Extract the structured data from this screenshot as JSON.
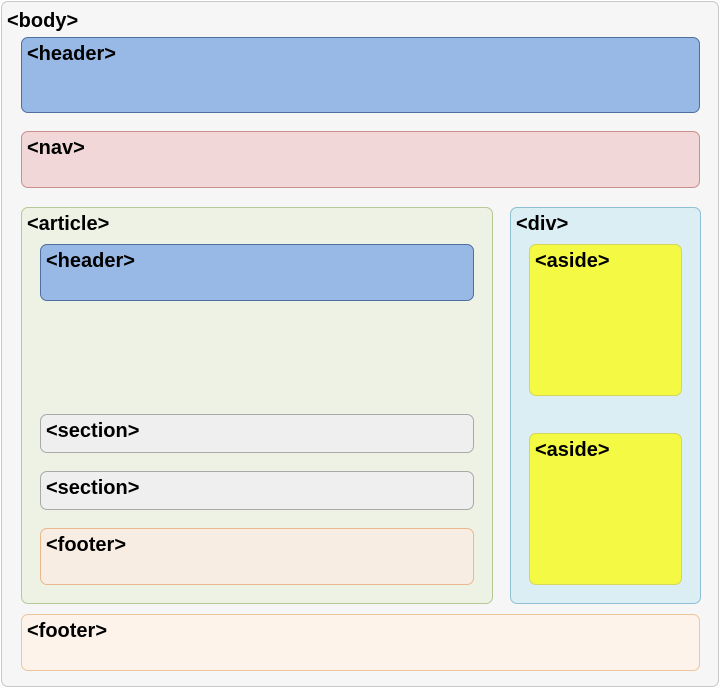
{
  "diagram": {
    "body": "<body>",
    "header": "<header>",
    "nav": "<nav>",
    "article": {
      "label": "<article>",
      "header": "<header>",
      "sections": [
        "<section>",
        "<section>"
      ],
      "footer": "<footer>"
    },
    "div": {
      "label": "<div>",
      "asides": [
        "<aside>",
        "<aside>"
      ]
    },
    "footer": "<footer>"
  },
  "colors": {
    "header": "#98b8e6",
    "nav": "#f1d7d7",
    "article": "#eef2e4",
    "section": "#efefef",
    "article_footer": "#f8ede2",
    "div": "#dbeef3",
    "aside": "#f4f943",
    "footer": "#fdf3ea",
    "body": "#f6f6f6"
  }
}
